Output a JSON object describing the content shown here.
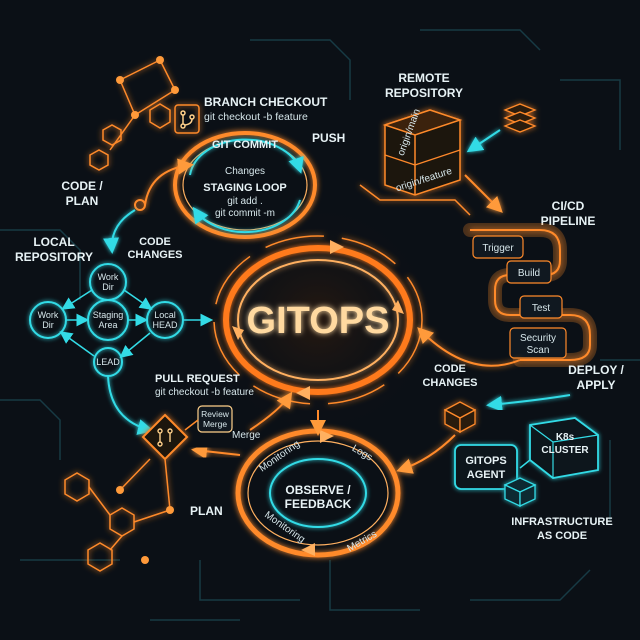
{
  "title": "GITOPS",
  "colors": {
    "background": "#0b1016",
    "orange": "#ff8a2a",
    "cyan": "#2fd6e0",
    "text": "#e8f3f6"
  },
  "labels": {
    "branch_checkout": "BRANCH CHECKOUT",
    "branch_checkout_cmd": "git checkout -b feature",
    "remote_repository_1": "REMOTE",
    "remote_repository_2": "REPOSITORY",
    "git_commit": "GIT COMMIT",
    "push": "PUSH",
    "changes": "Changes",
    "staging_loop": "STAGING LOOP",
    "git_add": "git add .",
    "git_commit_cmd": "git commit -m",
    "code_plan_1": "CODE /",
    "code_plan_2": "PLAN",
    "local_repository_1": "LOCAL",
    "local_repository_2": "REPOSITORY",
    "code_changes_left_1": "CODE",
    "code_changes_left_2": "CHANGES",
    "work_dir_top_1": "Work",
    "work_dir_top_2": "Dir",
    "work_dir_left_1": "Work",
    "work_dir_left_2": "Dir",
    "staging_area_1": "Staging",
    "staging_area_2": "Area",
    "local_head_1": "Local",
    "local_head_2": "HEAD",
    "lead": "LEAD",
    "origin_main": "origin/main",
    "origin_feature": "origin/feature",
    "cicd_pipeline_1": "CI/CD",
    "cicd_pipeline_2": "PIPELINE",
    "trigger": "Trigger",
    "build": "Build",
    "test": "Test",
    "security_scan_1": "Security",
    "security_scan_2": "Scan",
    "code_changes_right_1": "CODE",
    "code_changes_right_2": "CHANGES",
    "deploy_apply_1": "DEPLOY /",
    "deploy_apply_2": "APPLY",
    "pull_request": "PULL REQUEST",
    "pull_request_cmd": "git checkout -b feature",
    "review_merge_1": "Review",
    "review_merge_2": "Merge",
    "merge": "Merge",
    "monitoring_top": "Monitoring",
    "logs": "Logs",
    "observe_feedback_1": "OBSERVE /",
    "observe_feedback_2": "FEEDBACK",
    "monitoring_bottom": "Monitoring",
    "metrics": "Metrics",
    "gitops_agent_1": "GITOPS",
    "gitops_agent_2": "AGENT",
    "k8s_cluster_1": "K8s",
    "k8s_cluster_2": "CLUSTER",
    "infrastructure_as_code_1": "INFRASTRUCTURE",
    "infrastructure_as_code_2": "AS CODE",
    "plan": "PLAN"
  },
  "icons": {
    "branch": "git-branch-icon",
    "server": "server-stack-icon",
    "cube": "cube-stack-icon",
    "pull_request": "pull-request-icon"
  }
}
